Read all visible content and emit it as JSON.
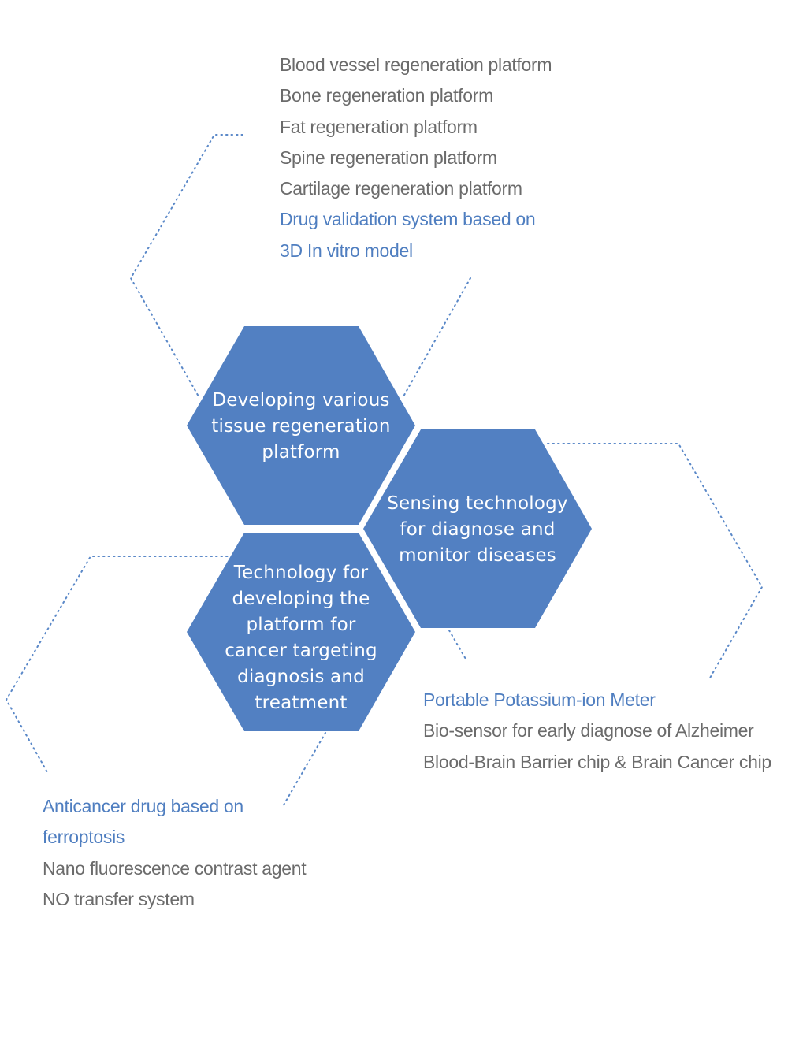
{
  "colors": {
    "hexagon": "#5280c2",
    "dotted_line": "#5a88c8",
    "item_text": "#6b6b6b",
    "highlight_text": "#4f7ec0",
    "hex_text": "#ffffff"
  },
  "hexagons": {
    "tissue": [
      "Developing various",
      "tissue regeneration",
      "platform"
    ],
    "sensing": [
      "Sensing technology",
      "for diagnose and",
      "monitor diseases"
    ],
    "cancer": [
      "Technology for",
      "developing the",
      "platform for",
      "cancer targeting",
      "diagnosis and",
      "treatment"
    ]
  },
  "lists": {
    "tissue_items": [
      "Blood vessel regeneration platform",
      "Bone regeneration platform",
      "Fat regeneration platform",
      "Spine regeneration platform",
      "Cartilage regeneration platform",
      "Drug validation system based on",
      "3D In vitro model"
    ],
    "sensing_items": [
      "Portable Potassium-ion Meter",
      "Bio-sensor for early diagnose of Alzheimer",
      "Blood-Brain Barrier chip & Brain Cancer chip"
    ],
    "cancer_items": [
      "Anticancer drug based on",
      "ferroptosis",
      "Nano fluorescence contrast agent",
      "NO transfer system"
    ]
  }
}
